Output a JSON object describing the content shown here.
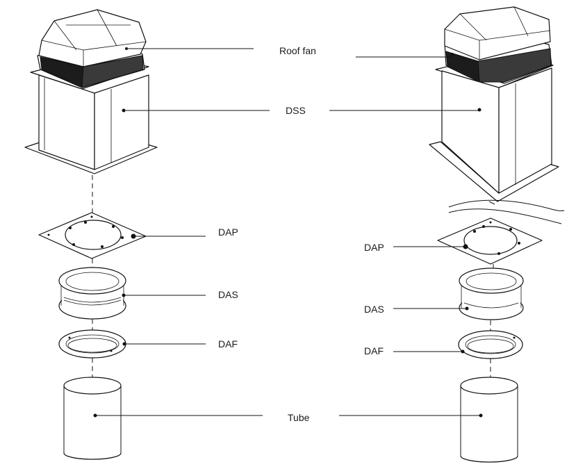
{
  "labels": {
    "roof_fan": "Roof fan",
    "dss": "DSS",
    "dap_left": "DAP",
    "dap_right": "DAP",
    "das_left": "DAS",
    "das_right": "DAS",
    "daf_left": "DAF",
    "daf_right": "DAF",
    "tube": "Tube"
  }
}
